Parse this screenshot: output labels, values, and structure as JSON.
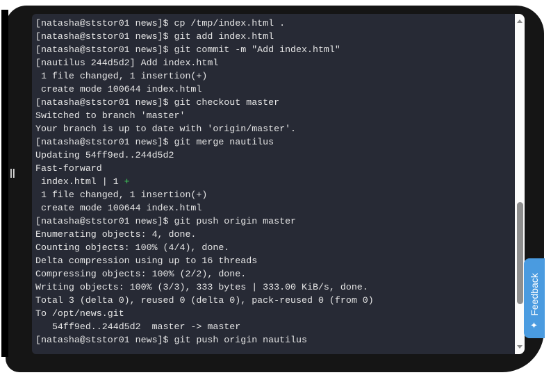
{
  "terminal": {
    "lines": [
      "[natasha@ststor01 news]$ cp /tmp/index.html .",
      "[natasha@ststor01 news]$ git add index.html",
      "[natasha@ststor01 news]$ git commit -m \"Add index.html\"",
      "[nautilus 244d5d2] Add index.html",
      " 1 file changed, 1 insertion(+)",
      " create mode 100644 index.html",
      "[natasha@ststor01 news]$ git checkout master",
      "Switched to branch 'master'",
      "Your branch is up to date with 'origin/master'.",
      "[natasha@ststor01 news]$ git merge nautilus",
      "Updating 54ff9ed..244d5d2",
      "Fast-forward",
      " index.html | 1 ",
      " 1 file changed, 1 insertion(+)",
      " create mode 100644 index.html",
      "[natasha@ststor01 news]$ git push origin master",
      "Enumerating objects: 4, done.",
      "Counting objects: 100% (4/4), done.",
      "Delta compression using up to 16 threads",
      "Compressing objects: 100% (2/2), done.",
      "Writing objects: 100% (3/3), 333 bytes | 333.00 KiB/s, done.",
      "Total 3 (delta 0), reused 0 (delta 0), pack-reused 0 (from 0)",
      "To /opt/news.git",
      "   54ff9ed..244d5d2  master -> master",
      "[natasha@ststor01 news]$ git push origin nautilus"
    ],
    "diffstat_plus": "+",
    "plus_color": "#3fcf5a"
  },
  "feedback": {
    "label": "Feedback",
    "icon": "sparkle-icon"
  },
  "handle": {
    "label": "||"
  }
}
